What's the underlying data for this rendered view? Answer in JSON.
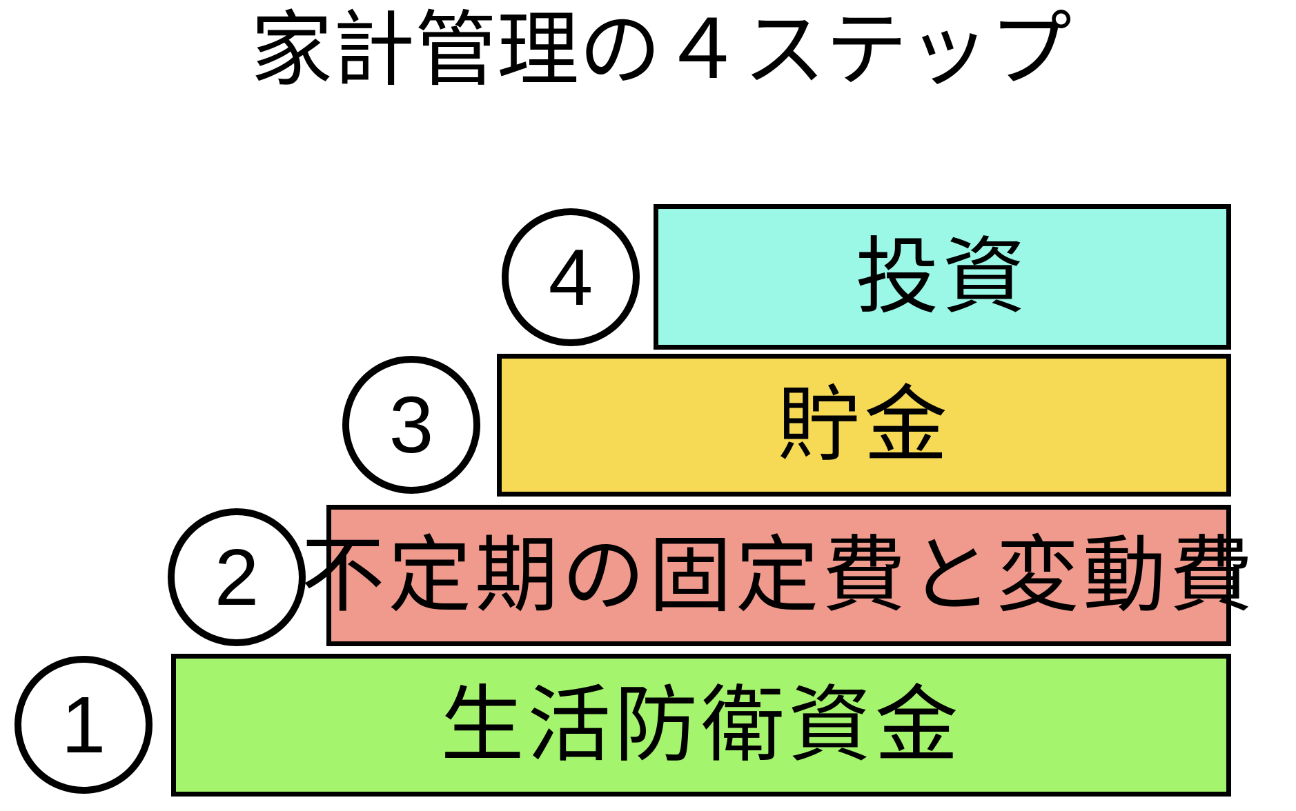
{
  "title": "家計管理の４ステップ",
  "steps": [
    {
      "number": "1",
      "label": "生活防衛資金",
      "color": "#A5F46E"
    },
    {
      "number": "2",
      "label": "不定期の固定費と変動費",
      "color": "#F0998D"
    },
    {
      "number": "3",
      "label": "貯金",
      "color": "#F6D955"
    },
    {
      "number": "4",
      "label": "投資",
      "color": "#9BF8E7"
    }
  ],
  "style": {
    "background": "#FFFFFF",
    "outline_color": "#000000",
    "text_color": "#000000"
  }
}
